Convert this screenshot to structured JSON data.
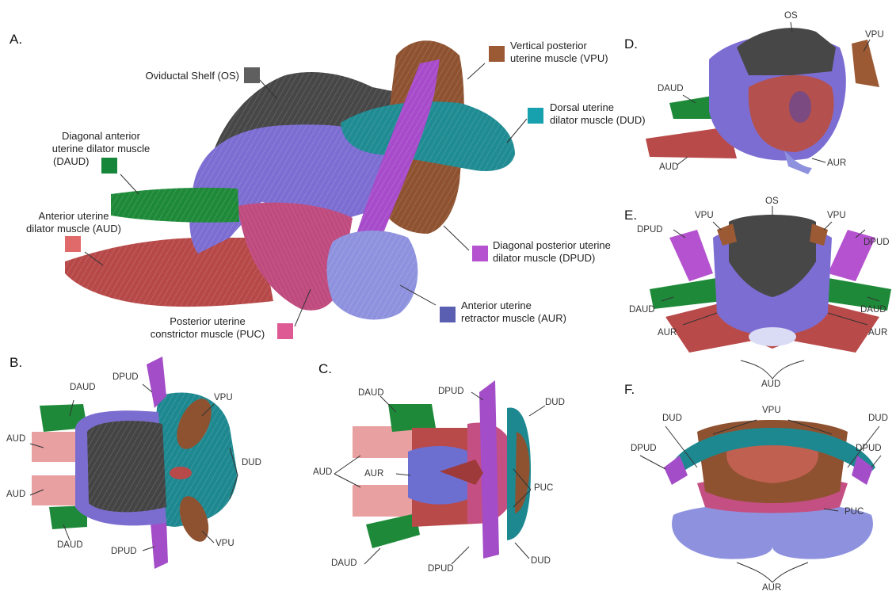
{
  "panels": {
    "A": "A.",
    "B": "B.",
    "C": "C.",
    "D": "D.",
    "E": "E.",
    "F": "F."
  },
  "legend": [
    {
      "key": "os",
      "lines": [
        "Oviductal Shelf (OS)"
      ],
      "color": "#5f5f5f"
    },
    {
      "key": "vpu",
      "lines": [
        "Vertical posterior",
        "uterine muscle (VPU)"
      ],
      "color": "#9b5a34"
    },
    {
      "key": "dud",
      "lines": [
        "Dorsal uterine",
        "dilator muscle (DUD)"
      ],
      "color": "#17a0ad"
    },
    {
      "key": "daud",
      "lines": [
        "Diagonal anterior",
        "uterine dilator muscle",
        "(DAUD)"
      ],
      "color": "#15863a"
    },
    {
      "key": "aud",
      "lines": [
        "Anterior uterine",
        "dilator muscle (AUD)"
      ],
      "color": "#e06a6a"
    },
    {
      "key": "dpud",
      "lines": [
        "Diagonal posterior uterine",
        "dilator muscle (DPUD)"
      ],
      "color": "#b552cf"
    },
    {
      "key": "aur",
      "lines": [
        "Anterior uterine",
        "retractor muscle (AUR)"
      ],
      "color": "#5b5fb2"
    },
    {
      "key": "puc",
      "lines": [
        "Posterior uterine",
        "constrictor muscle (PUC)"
      ],
      "color": "#de5a95"
    }
  ],
  "abbr": {
    "os": "OS",
    "vpu": "VPU",
    "dud": "DUD",
    "daud": "DAUD",
    "aud": "AUD",
    "dpud": "DPUD",
    "aur": "AUR",
    "puc": "PUC"
  },
  "tissue_colors": {
    "shelf": "#454545",
    "body": "#7e6fd0",
    "muscle_red": "#b94a4a",
    "puc_pink": "#c64f7f",
    "aur_light": "#8f93df",
    "dud_teal": "#1d8890",
    "vpu_brown": "#8e5230",
    "daud_green": "#1f8a3a",
    "aud_pink": "#e79e9e",
    "dpud_purple": "#a44dc8"
  }
}
